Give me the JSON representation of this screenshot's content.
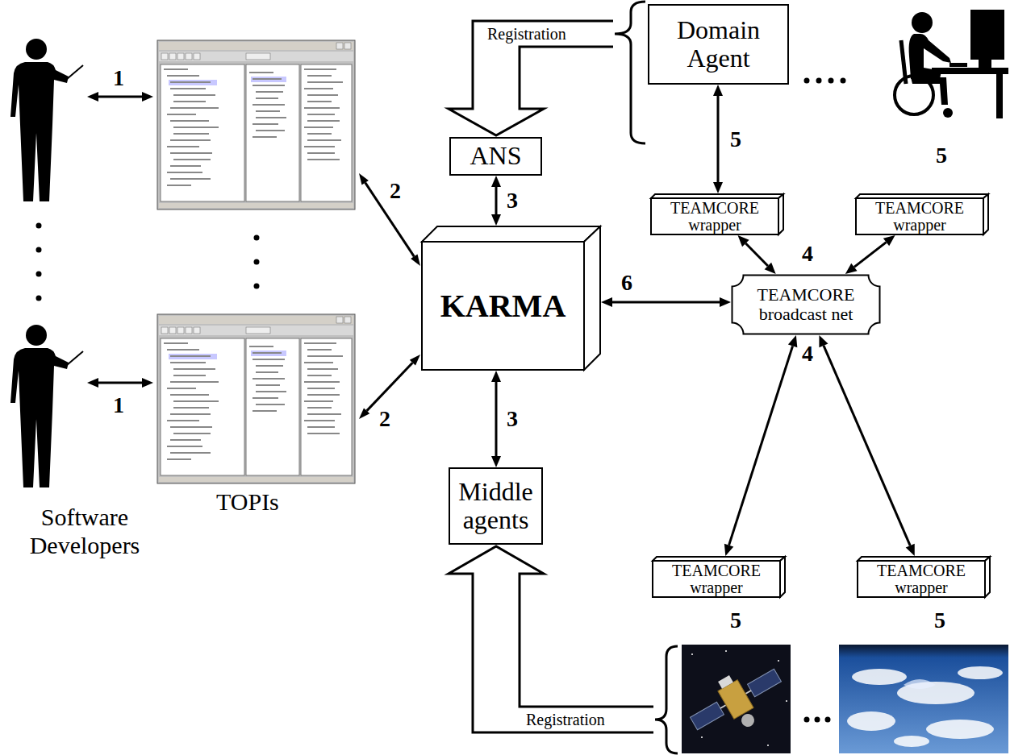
{
  "diagram": {
    "nodes": [
      {
        "text": [
          "Domain Agent"
        ]
      },
      {
        "text": [
          "ANS"
        ]
      },
      {
        "text": [
          "TEAMCORE wrapper"
        ]
      },
      {
        "text": [
          "TEAMCORE wrapper"
        ]
      },
      {
        "text": [
          "KARMA"
        ]
      },
      {
        "text": [
          "TEAMCORE broadcast net"
        ]
      },
      {
        "text": [
          "Middle agents"
        ]
      },
      {
        "text": [
          "TEAMCORE wrapper"
        ]
      },
      {
        "text": [
          "TEAMCORE wrapper"
        ]
      }
    ],
    "edges": [
      {
        "from": 0,
        "to": 2,
        "arrow": "both",
        "label": "5"
      },
      {
        "from": 1,
        "to": 4,
        "arrow": "both",
        "label": "3"
      },
      {
        "from": 2,
        "to": 5,
        "arrow": "both"
      },
      {
        "from": 3,
        "to": 5,
        "arrow": "both"
      },
      {
        "from": 4,
        "to": 5,
        "arrow": "both",
        "label": "6"
      },
      {
        "from": 4,
        "to": 6,
        "arrow": "both",
        "label": "3"
      },
      {
        "from": 5,
        "to": 7,
        "arrow": "both"
      },
      {
        "from": 5,
        "to": 8,
        "arrow": "both"
      }
    ],
    "labels": [
      "Registration",
      "1",
      "5",
      "2",
      "4",
      "4",
      "2",
      "1",
      "TOPIs",
      "Software Developers",
      "5",
      "5",
      "Registration"
    ]
  }
}
